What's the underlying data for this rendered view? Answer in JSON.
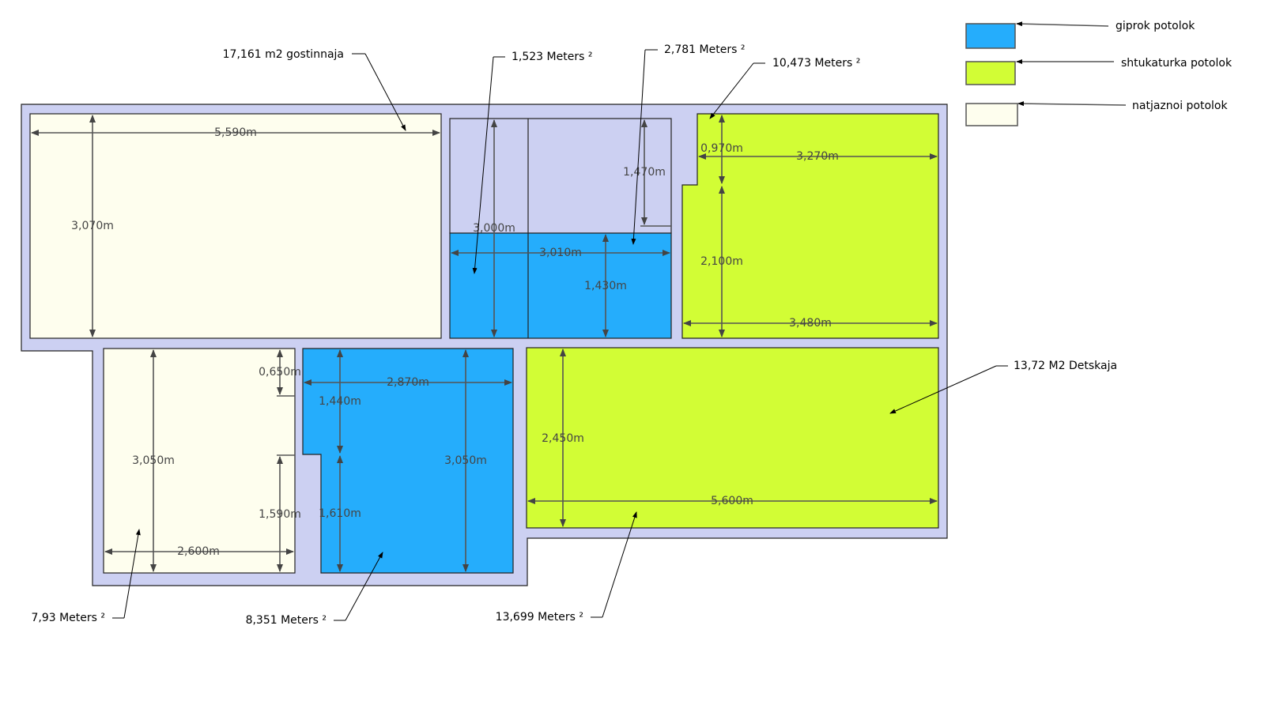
{
  "colors": {
    "wall": "#ccd0f2",
    "giprok": "#25adfc",
    "shtukaturka": "#d2fd35",
    "natjaznoi": "#fefeee"
  },
  "legend": [
    {
      "label": "giprok potolok",
      "color": "#25adfc"
    },
    {
      "label": "shtukaturka potolok",
      "color": "#d2fd35"
    },
    {
      "label": "natjaznoi potolok",
      "color": "#fefeee"
    }
  ],
  "callouts": {
    "gostinnaja": "17,161 m2 gostinnaja",
    "mid_left": "1,523 Meters ²",
    "mid_right": "2,781 Meters ²",
    "top_right": "10,473 Meters ²",
    "detskaja": "13,72 M2 Detskaja",
    "bottom_left": "7,93 Meters ²",
    "bottom_mid": "8,351 Meters ²",
    "bottom_right": "13,699 Meters ²"
  },
  "dims": {
    "d5590": "5,590m",
    "d3070": "3,070m",
    "d3000": "3,000m",
    "d3010": "3,010m",
    "d1470": "1,470m",
    "d1430": "1,430m",
    "d0970": "0,970m",
    "d3270": "3,270m",
    "d2100": "2,100m",
    "d3480": "3,480m",
    "d3050a": "3,050m",
    "d0650": "0,650m",
    "d1590": "1,590m",
    "d2600": "2,600m",
    "d2870": "2,870m",
    "d1440": "1,440m",
    "d1610": "1,610m",
    "d3050b": "3,050m",
    "d2450": "2,450m",
    "d5600": "5,600m"
  }
}
